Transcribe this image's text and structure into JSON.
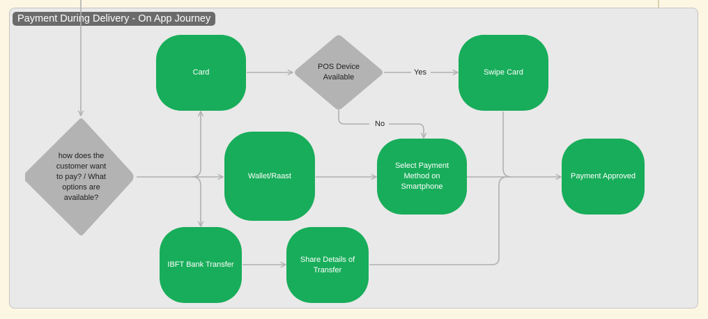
{
  "section": {
    "title": "Payment During Delivery - On App Journey"
  },
  "nodes": {
    "customer_decision": "how does the customer want to pay? / What options are available?",
    "card": "Card",
    "pos_decision": "POS Device Available",
    "swipe_card": "Swipe Card",
    "wallet": "Wallet/Raast",
    "select_payment": "Select Payment Method on Smartphone",
    "payment_approved": "Payment Approved",
    "ibft": "IBFT Bank Transfer",
    "share_details": "Share Details of Transfer"
  },
  "edge_labels": {
    "yes": "Yes",
    "no": "No"
  },
  "colors": {
    "background": "#fdf6e3",
    "section_fill": "#e9e9e9",
    "process_node": "#18ad5a",
    "decision_node": "#b3b3b3",
    "connector": "#b0b0b0",
    "connector_outside": "#d2c6a0"
  }
}
